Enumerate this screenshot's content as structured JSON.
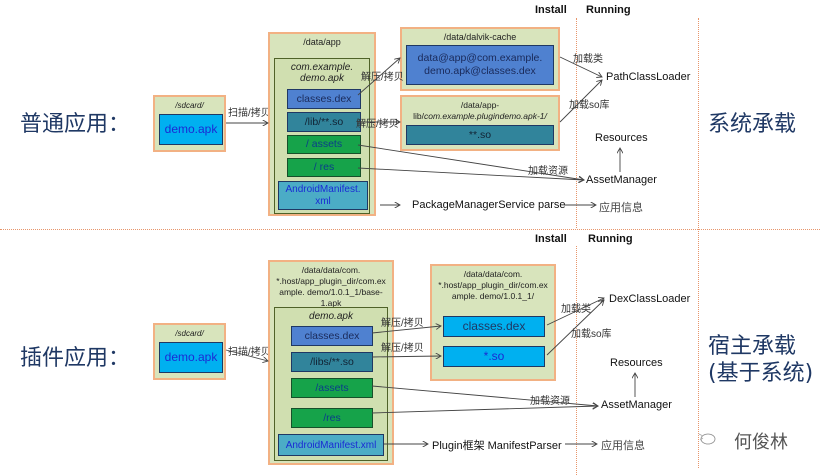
{
  "headers": {
    "install": "Install",
    "running": "Running"
  },
  "top": {
    "title": "普通应用：",
    "right_title": "系统承载",
    "sdcard": {
      "caption": "/sdcard/",
      "apk": "demo.apk"
    },
    "scan_label": "扫描/拷贝",
    "data_app": {
      "caption": "/data/app",
      "apk_caption": "com.example.\ndemo.apk",
      "items": [
        "classes.dex",
        "/lib/**.so",
        "/ assets",
        "/ res",
        "AndroidManifest.\nxml"
      ]
    },
    "dalvik_cache": {
      "caption": "/data/dalvik-cache",
      "file": "data@app@com.example.\ndemo.apk@classes.dex"
    },
    "app_lib": {
      "caption_line1": "/data/app-",
      "caption_line2_prefix": "lib/",
      "caption_line2_italic": "com.example.plugindemo.apk-1/",
      "file": "**.so"
    },
    "unzip_label_1": "解压/拷贝",
    "unzip_label_2": "解压/拷贝",
    "load_class_label": "加载类",
    "load_so_label": "加载so库",
    "load_res_label": "加载资源",
    "class_loader": "PathClassLoader",
    "resources": "Resources",
    "asset_manager": "AssetManager",
    "parser": "PackageManagerService parse",
    "app_info": "应用信息"
  },
  "bottom": {
    "title": "插件应用：",
    "right_title_1": "宿主承载",
    "right_title_2": "(基于系统)",
    "sdcard": {
      "caption": "/sdcard/",
      "apk": "demo.apk"
    },
    "scan_label": "扫描/拷贝",
    "plugin_dir": {
      "caption": "/data/data/com.\n*.host/app_plugin_dir/com.ex\nample. demo/1.0.1_1/base-\n1.apk",
      "apk_caption": "demo.apk",
      "items": [
        "classes.dex",
        "/libs/**.so",
        "/assets",
        "/res",
        "AndroidManifest.xml"
      ]
    },
    "extract_dir": {
      "caption": "/data/data/com.\n*.host/app_plugin_dir/com.ex\nample. demo/1.0.1_1/",
      "items": [
        "classes.dex",
        "*.so"
      ]
    },
    "unzip_label_1": "解压/拷贝",
    "unzip_label_2": "解压/拷贝",
    "load_class_label": "加载类",
    "load_so_label": "加载so库",
    "load_res_label": "加载资源",
    "class_loader": "DexClassLoader",
    "resources": "Resources",
    "asset_manager": "AssetManager",
    "parser": "Plugin框架 ManifestParser",
    "app_info": "应用信息"
  },
  "watermark": "何俊林"
}
